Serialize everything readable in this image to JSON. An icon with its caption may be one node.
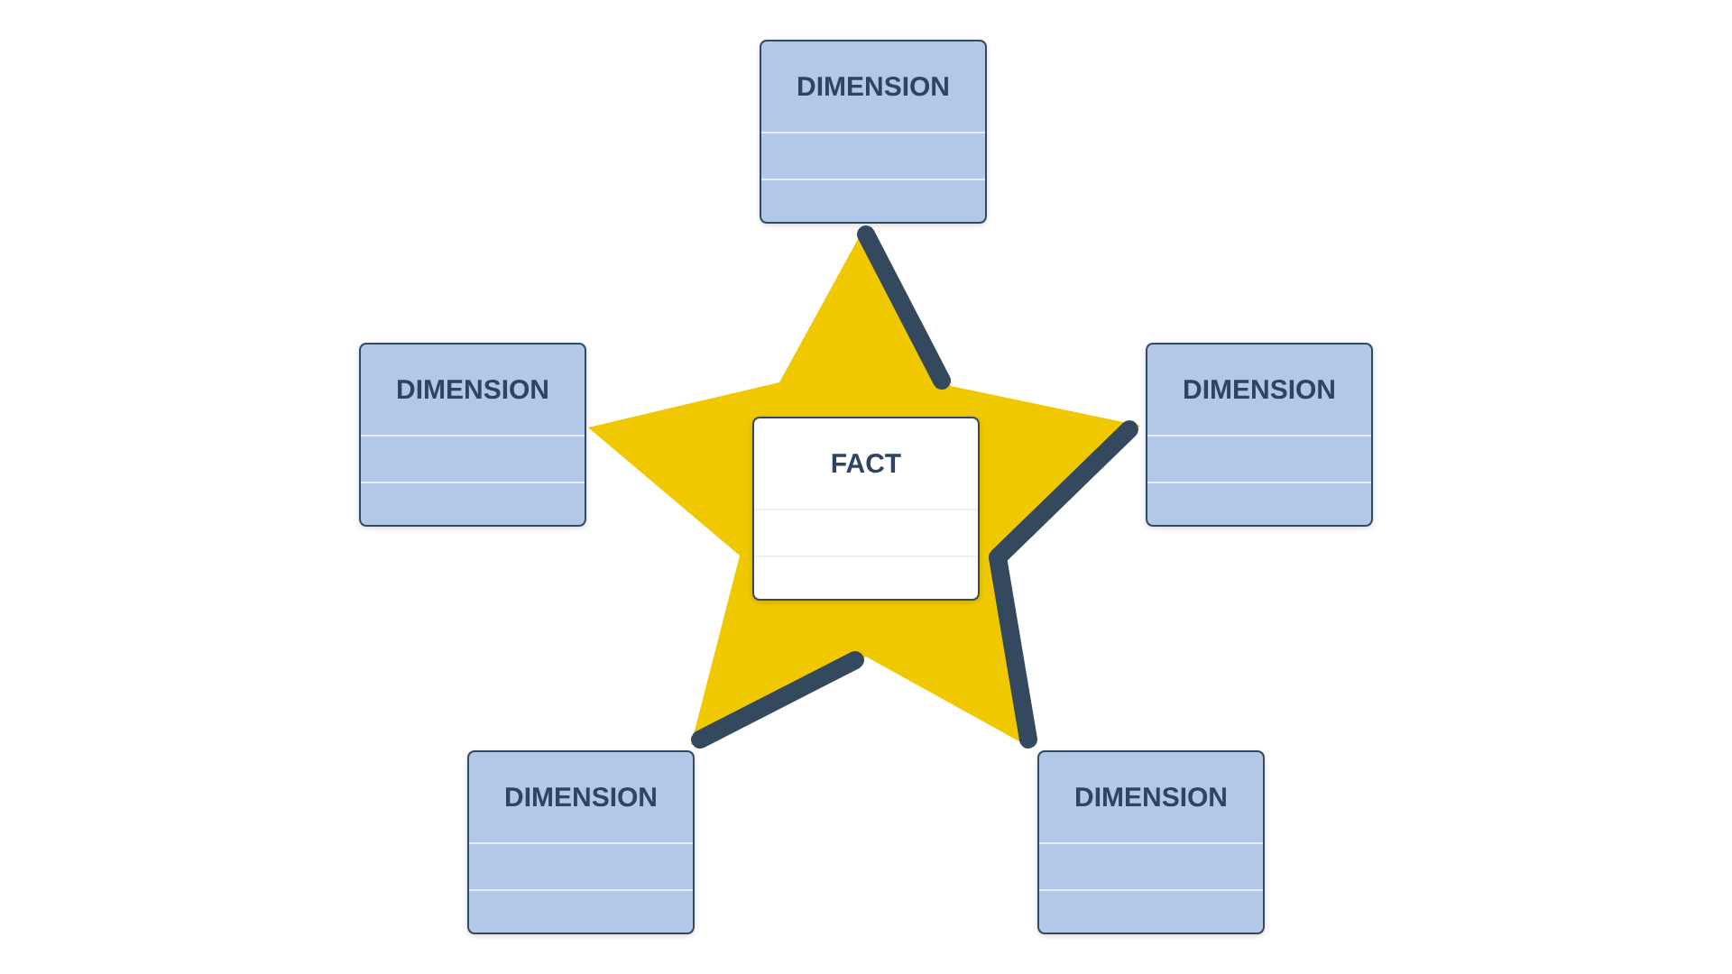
{
  "diagram": {
    "nodes": [
      {
        "text": [
          "DIMENSION"
        ]
      },
      {
        "text": [],
        "shape": "star"
      },
      {
        "text": [
          "FACT"
        ],
        "in": 1
      },
      {
        "text": [
          "DIMENSION"
        ]
      },
      {
        "text": [
          "DIMENSION"
        ]
      },
      {
        "text": [
          "DIMENSION"
        ]
      },
      {
        "text": [
          "DIMENSION"
        ]
      }
    ]
  }
}
